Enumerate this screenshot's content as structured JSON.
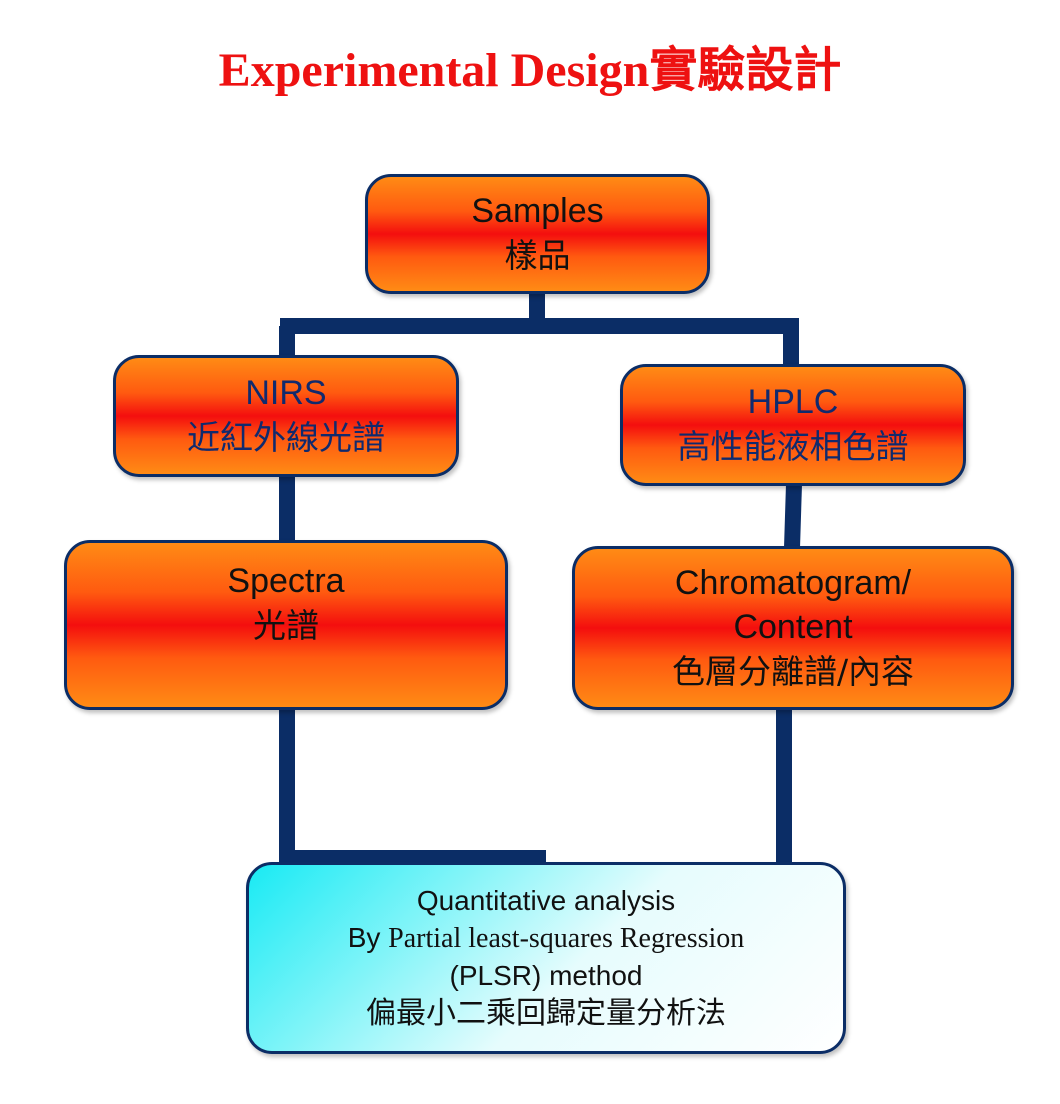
{
  "title": "Experimental Design實驗設計",
  "nodes": {
    "samples": {
      "en": "Samples",
      "zh": "樣品"
    },
    "nirs": {
      "en": "NIRS",
      "zh": "近紅外線光譜"
    },
    "hplc": {
      "en": "HPLC",
      "zh": "高性能液相色譜"
    },
    "spectra": {
      "en": "Spectra",
      "zh": "光譜"
    },
    "chromatogram": {
      "en1": "Chromatogram/",
      "en2": "Content",
      "zh": "色層分離譜/內容"
    },
    "analysis": {
      "line1": "Quantitative analysis",
      "line2_a": "By",
      "line2_b": "Partial least-squares Regression",
      "line3": "(PLSR) method",
      "zh": "偏最小二乘回歸定量分析法"
    }
  },
  "colors": {
    "title": "#ee1111",
    "connector": "#0b2d66",
    "box_orange": "#ff8b15",
    "box_red": "#f40e0e",
    "box_cyan": "#19eaf4"
  }
}
